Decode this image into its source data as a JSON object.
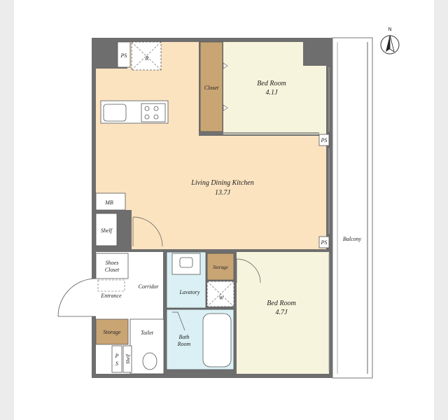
{
  "compass": {
    "label": "N"
  },
  "rooms": {
    "ldk": {
      "name": "Living Dining Kitchen",
      "size": "13.7J"
    },
    "bed1": {
      "name": "Bed Room",
      "size": "4.1J"
    },
    "bed2": {
      "name": "Bed Room",
      "size": "4.7J"
    },
    "closet": {
      "name": "Closet"
    },
    "balcony": {
      "name": "Balcony"
    },
    "mb": {
      "name": "MB"
    },
    "shelf": {
      "name": "Shelf"
    },
    "shoes": {
      "line1": "Shoes",
      "line2": "Closet"
    },
    "entrance": {
      "name": "Entrance"
    },
    "corridor": {
      "name": "Corridor"
    },
    "lavatory": {
      "name": "Lavatory"
    },
    "w": {
      "name": "W"
    },
    "storage1": {
      "name": "Storage"
    },
    "storage2": {
      "name": "Storage"
    },
    "toilet": {
      "name": "Toilet"
    },
    "bath": {
      "line1": "Bath",
      "line2": "Room"
    },
    "shelf2": {
      "name": "Shelf"
    },
    "ps_bottom": {
      "line1": "P",
      "line2": "S"
    },
    "ps_top": {
      "name": "PS"
    },
    "ps_right1": {
      "name": "PS"
    },
    "ps_right2": {
      "name": "PS"
    },
    "r": {
      "name": "R"
    }
  },
  "colors": {
    "wall": "#6e6e6e",
    "ldk": "#fbe3c0",
    "bedroom": "#f6f4dc",
    "closet": "#c9a574",
    "lavatory": "#daf0f4",
    "white": "#ffffff"
  }
}
